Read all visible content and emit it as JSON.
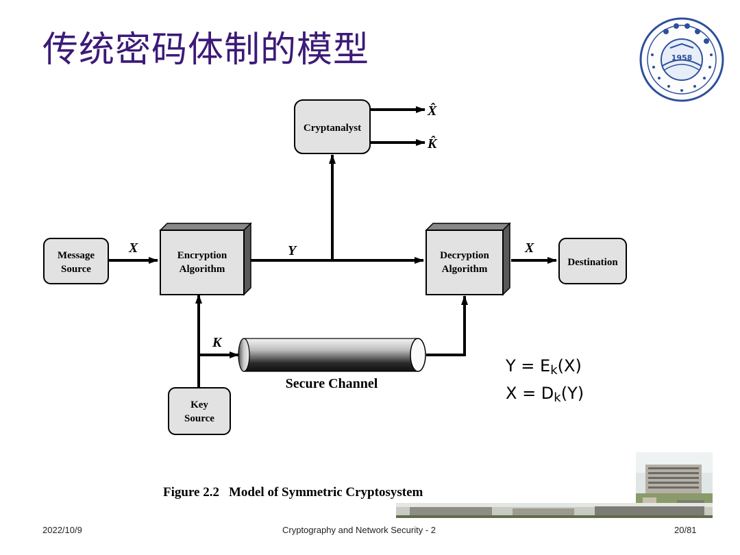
{
  "slide": {
    "title": "传统密码体制的模型",
    "accent_color": "#3c1a78"
  },
  "diagram": {
    "nodes": {
      "message_source": [
        "Message",
        "Source"
      ],
      "encryption": [
        "Encryption",
        "Algorithm"
      ],
      "decryption": [
        "Decryption",
        "Algorithm"
      ],
      "destination": "Destination",
      "cryptanalyst": "Cryptanalyst",
      "key_source": [
        "Key",
        "Source"
      ]
    },
    "edge_labels": {
      "plaintext_in": "X",
      "ciphertext": "Y",
      "plaintext_out": "X",
      "key": "K",
      "estimate_x": "X̂",
      "estimate_k": "K̂"
    },
    "channel_label": "Secure Channel",
    "caption_number": "Figure 2.2",
    "caption_text": "Model of Symmetric Cryptosystem"
  },
  "formulas": [
    {
      "lhs": "Y = E",
      "sub": "k",
      "rhs": "(X)"
    },
    {
      "lhs": "X = D",
      "sub": "k",
      "rhs": "(Y)"
    }
  ],
  "footer": {
    "date": "2022/10/9",
    "course": "Cryptography  and Network Security - 2",
    "page": "20/81"
  },
  "logo": {
    "year": "1958",
    "icon": "university-seal-icon"
  }
}
